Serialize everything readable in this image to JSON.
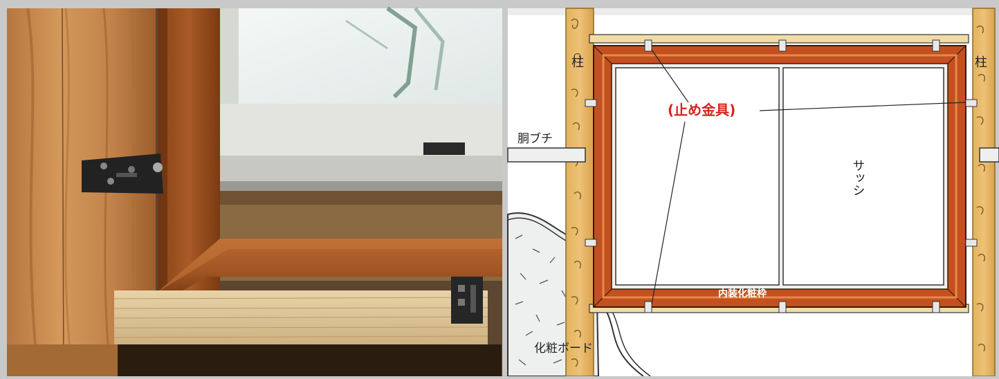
{
  "labels": {
    "pillar_left": "柱",
    "pillar_right": "柱",
    "furring": "胴ブチ",
    "sash": "サッシ",
    "clip": "(止め金具)",
    "board": "化粧ボード",
    "trim": "内装化粧枠"
  },
  "colors": {
    "trim": "#c4501f",
    "trim_inner": "#d96a2c",
    "wood": "#e8b964",
    "highlight": "#d8231d",
    "page_bg": "#c9c9c9"
  },
  "icons": [
    "bracket-icon",
    "grain-mark-icon"
  ]
}
